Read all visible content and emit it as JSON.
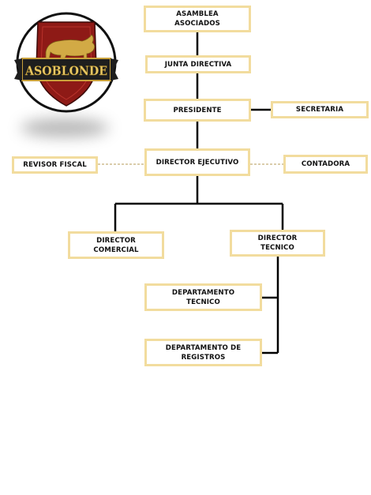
{
  "logo": {
    "text": "ASOBLONDE"
  },
  "nodes": {
    "asamblea": "ASAMBLEA\nASOCIADOS",
    "junta": "JUNTA DIRECTIVA",
    "presidente": "PRESIDENTE",
    "secretaria": "SECRETARIA",
    "revisor": "REVISOR FISCAL",
    "director_ejecutivo": "DIRECTOR EJECUTIVO",
    "contadora": "CONTADORA",
    "director_comercial": "DIRECTOR\nCOMERCIAL",
    "director_tecnico": "DIRECTOR\nTECNICO",
    "depto_tecnico": "DEPARTAMENTO\nTECNICO",
    "depto_registros": "DEPARTAMENTO DE\nREGISTROS"
  },
  "colors": {
    "box_border": "#f2dc9e",
    "connector": "#000000",
    "dashed_connector": "#b59b5a",
    "logo_red": "#8e1a16",
    "logo_gold": "#c9a13b"
  }
}
